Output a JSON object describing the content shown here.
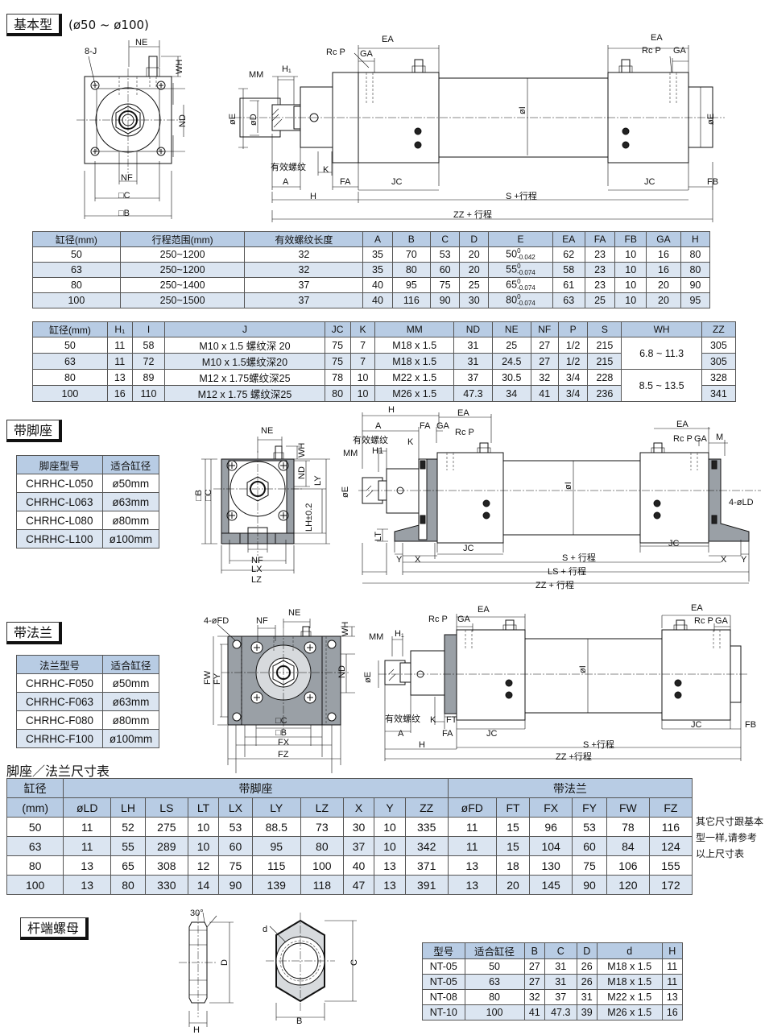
{
  "basic": {
    "title": "基本型",
    "subtitle": "(ø50 ~ ø100)",
    "labels": [
      "8-J",
      "NE",
      "WH",
      "ND",
      "NF",
      "□C",
      "□B",
      "EA",
      "Rc P",
      "GA",
      "MM",
      "H1",
      "øD",
      "øE",
      "øI",
      "有效螺纹",
      "K",
      "A",
      "FA",
      "JC",
      "H",
      "S +行程",
      "ZZ + 行程",
      "FB"
    ],
    "table1": {
      "headers": [
        "缸径(mm)",
        "行程范围(mm)",
        "有效螺纹长度",
        "A",
        "B",
        "C",
        "D",
        "E",
        "EA",
        "FA",
        "FB",
        "GA",
        "H"
      ],
      "rows": [
        [
          "50",
          "250~1200",
          "32",
          "35",
          "70",
          "53",
          "20",
          "50-0.042",
          "62",
          "23",
          "10",
          "16",
          "80"
        ],
        [
          "63",
          "250~1200",
          "32",
          "35",
          "80",
          "60",
          "20",
          "55-0.074",
          "58",
          "23",
          "10",
          "16",
          "80"
        ],
        [
          "80",
          "250~1400",
          "37",
          "40",
          "95",
          "75",
          "25",
          "65-0.074",
          "61",
          "23",
          "10",
          "20",
          "90"
        ],
        [
          "100",
          "250~1500",
          "37",
          "40",
          "116",
          "90",
          "30",
          "80-0.074",
          "63",
          "25",
          "10",
          "20",
          "95"
        ]
      ],
      "e_base": [
        "50",
        "55",
        "65",
        "80"
      ],
      "e_upper": "0",
      "e_lower": [
        "-0.042",
        "-0.074",
        "-0.074",
        "-0.074"
      ]
    },
    "table2": {
      "headers": [
        "缸径(mm)",
        "H₁",
        "I",
        "J",
        "JC",
        "K",
        "MM",
        "ND",
        "NE",
        "NF",
        "P",
        "S",
        "WH",
        "ZZ"
      ],
      "rows": [
        [
          "50",
          "11",
          "58",
          "M10 x 1.5 螺纹深 20",
          "75",
          "7",
          "M18 x 1.5",
          "31",
          "25",
          "27",
          "1/2",
          "215",
          "6.8 ~ 11.3",
          "305"
        ],
        [
          "63",
          "11",
          "72",
          "M10 x 1.5螺纹深20",
          "75",
          "7",
          "M18 x 1.5",
          "31",
          "24.5",
          "27",
          "1/2",
          "215",
          "",
          "305"
        ],
        [
          "80",
          "13",
          "89",
          "M12 x 1.75螺纹深25",
          "78",
          "10",
          "M22 x 1.5",
          "37",
          "30.5",
          "32",
          "3/4",
          "228",
          "8.5 ~ 13.5",
          "328"
        ],
        [
          "100",
          "16",
          "110",
          "M12 x 1.75 螺纹深25",
          "80",
          "10",
          "M26 x 1.5",
          "47.3",
          "34",
          "41",
          "3/4",
          "236",
          "",
          "341"
        ]
      ]
    }
  },
  "foot": {
    "title": "带脚座",
    "table": {
      "headers": [
        "脚座型号",
        "适合缸径"
      ],
      "rows": [
        [
          "CHRHC-L050",
          "ø50mm"
        ],
        [
          "CHRHC-L063",
          "ø63mm"
        ],
        [
          "CHRHC-L080",
          "ø80mm"
        ],
        [
          "CHRHC-L100",
          "ø100mm"
        ]
      ]
    },
    "labels": [
      "NE",
      "WH",
      "ND",
      "□B",
      "□C",
      "LY",
      "LH±0.2",
      "NF",
      "LX",
      "LZ",
      "H",
      "A",
      "FA",
      "GA",
      "EA",
      "有效螺纹",
      "Rc P",
      "K",
      "MM",
      "H1",
      "øE",
      "øI",
      "LT",
      "Y",
      "X",
      "JC",
      "S + 行程",
      "LS + 行程",
      "ZZ + 行程",
      "M",
      "4-øLD"
    ]
  },
  "flange": {
    "title": "带法兰",
    "table": {
      "headers": [
        "法兰型号",
        "适合缸径"
      ],
      "rows": [
        [
          "CHRHC-F050",
          "ø50mm"
        ],
        [
          "CHRHC-F063",
          "ø63mm"
        ],
        [
          "CHRHC-F080",
          "ø80mm"
        ],
        [
          "CHRHC-F100",
          "ø100mm"
        ]
      ]
    },
    "labels": [
      "4-øFD",
      "NF",
      "NE",
      "WH",
      "FW",
      "FY",
      "ND",
      "□C",
      "□B",
      "FX",
      "FZ",
      "Rc P",
      "GA",
      "EA",
      "MM",
      "H1",
      "øE",
      "øI",
      "有效螺纹",
      "K",
      "FT",
      "A",
      "FA",
      "H",
      "JC",
      "S +行程",
      "ZZ +行程",
      "FB"
    ]
  },
  "dims": {
    "title": "脚座／法兰尺寸表",
    "group_foot": "带脚座",
    "group_flange": "带法兰",
    "bore_label_1": "缸径",
    "bore_label_2": "(mm)",
    "foot_headers": [
      "øLD",
      "LH",
      "LS",
      "LT",
      "LX",
      "LY",
      "LZ",
      "X",
      "Y",
      "ZZ"
    ],
    "flange_headers": [
      "øFD",
      "FT",
      "FX",
      "FY",
      "FW",
      "FZ"
    ],
    "rows": [
      [
        "50",
        "11",
        "52",
        "275",
        "10",
        "53",
        "88.5",
        "73",
        "30",
        "10",
        "335",
        "11",
        "15",
        "96",
        "53",
        "78",
        "116"
      ],
      [
        "63",
        "11",
        "55",
        "289",
        "10",
        "60",
        "95",
        "80",
        "37",
        "10",
        "342",
        "11",
        "15",
        "104",
        "60",
        "84",
        "124"
      ],
      [
        "80",
        "13",
        "65",
        "308",
        "12",
        "75",
        "115",
        "100",
        "40",
        "13",
        "371",
        "13",
        "18",
        "130",
        "75",
        "106",
        "155"
      ],
      [
        "100",
        "13",
        "80",
        "330",
        "14",
        "90",
        "139",
        "118",
        "47",
        "13",
        "391",
        "13",
        "20",
        "145",
        "90",
        "120",
        "172"
      ]
    ],
    "note": "其它尺寸跟基本型一样,请参考以上尺寸表"
  },
  "nut": {
    "title": "杆端螺母",
    "labels": [
      "30°",
      "D",
      "H",
      "d",
      "C",
      "B"
    ],
    "table": {
      "headers": [
        "型号",
        "适合缸径",
        "B",
        "C",
        "D",
        "d",
        "H"
      ],
      "rows": [
        [
          "NT-05",
          "50",
          "27",
          "31",
          "26",
          "M18 x 1.5",
          "11"
        ],
        [
          "NT-05",
          "63",
          "27",
          "31",
          "26",
          "M18 x 1.5",
          "11"
        ],
        [
          "NT-08",
          "80",
          "32",
          "37",
          "31",
          "M22 x 1.5",
          "13"
        ],
        [
          "NT-10",
          "100",
          "41",
          "47.3",
          "39",
          "M26 x 1.5",
          "16"
        ]
      ]
    }
  }
}
